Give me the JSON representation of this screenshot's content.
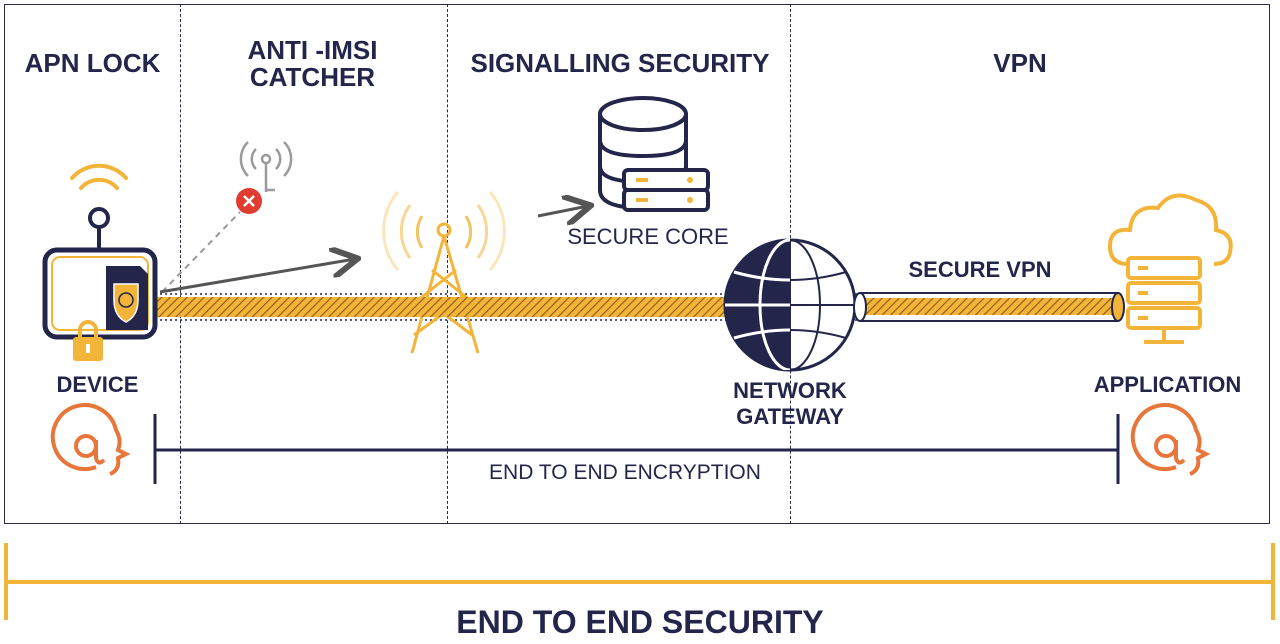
{
  "sections": {
    "apn_lock": "APN LOCK",
    "anti_imsi": [
      "ANTI -IMSI",
      "CATCHER"
    ],
    "signalling": "SIGNALLING SECURITY",
    "vpn": "VPN"
  },
  "labels": {
    "secure_core": "SECURE CORE",
    "secure_vpn": "SECURE VPN",
    "device": "DEVICE",
    "network_gateway": [
      "NETWORK",
      "GATEWAY"
    ],
    "application": "APPLICATION",
    "end_to_end_encryption": "END TO END ENCRYPTION",
    "end_to_end_security": "END TO END SECURITY"
  },
  "colors": {
    "navy": "#23264a",
    "gold": "#f3b43a",
    "orange": "#e8763a",
    "grey": "#9a9a9a",
    "red": "#e03c31"
  },
  "icons": [
    "wifi-icon",
    "device-icon",
    "sim-shield-icon",
    "lock-icon",
    "antenna-icon",
    "blocked-icon",
    "tower-icon",
    "database-icon",
    "server-icon",
    "globe-icon",
    "cloud-server-icon",
    "at-face-icon"
  ]
}
